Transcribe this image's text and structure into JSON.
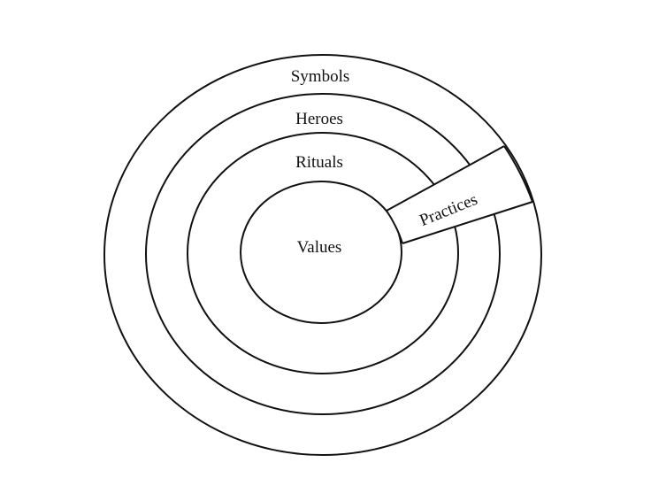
{
  "diagram": {
    "layers": [
      {
        "id": "symbols",
        "label": "Symbols"
      },
      {
        "id": "heroes",
        "label": "Heroes"
      },
      {
        "id": "rituals",
        "label": "Rituals"
      },
      {
        "id": "values",
        "label": "Values"
      }
    ],
    "band_label": "Practices"
  }
}
